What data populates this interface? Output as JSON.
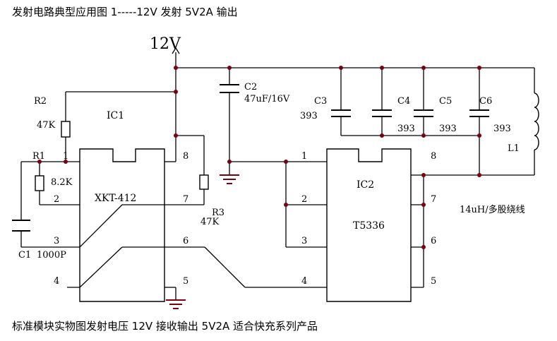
{
  "title": "发射电路典型应用图 1-----12V 发射 5V2A 输出",
  "caption": "标准模块实物图发射电压 12V 接收输出 5V2A 适合快充系列产品",
  "supply": "12V",
  "ic1": {
    "ref": "IC1",
    "part": "XKT-412",
    "pins": [
      "1",
      "2",
      "3",
      "4",
      "5",
      "6",
      "7",
      "8"
    ]
  },
  "ic2": {
    "ref": "IC2",
    "part": "T5336",
    "pins": [
      "1",
      "2",
      "3",
      "4",
      "5",
      "6",
      "7",
      "8"
    ]
  },
  "r1": {
    "ref": "R1",
    "value": "8.2K"
  },
  "r2": {
    "ref": "R2",
    "value": "47K"
  },
  "r3": {
    "ref": "R3",
    "value": "47K"
  },
  "c1": {
    "ref": "C1",
    "value": "1000P"
  },
  "c2": {
    "ref": "C2",
    "value": "47uF/16V"
  },
  "c3": {
    "ref": "C3",
    "value": "393"
  },
  "c4": {
    "ref": "C4",
    "value": "393"
  },
  "c5": {
    "ref": "C5",
    "value": "393"
  },
  "c6": {
    "ref": "C6",
    "value": "393"
  },
  "l1": {
    "ref": "L1",
    "value": "14uH/多股绕线"
  }
}
